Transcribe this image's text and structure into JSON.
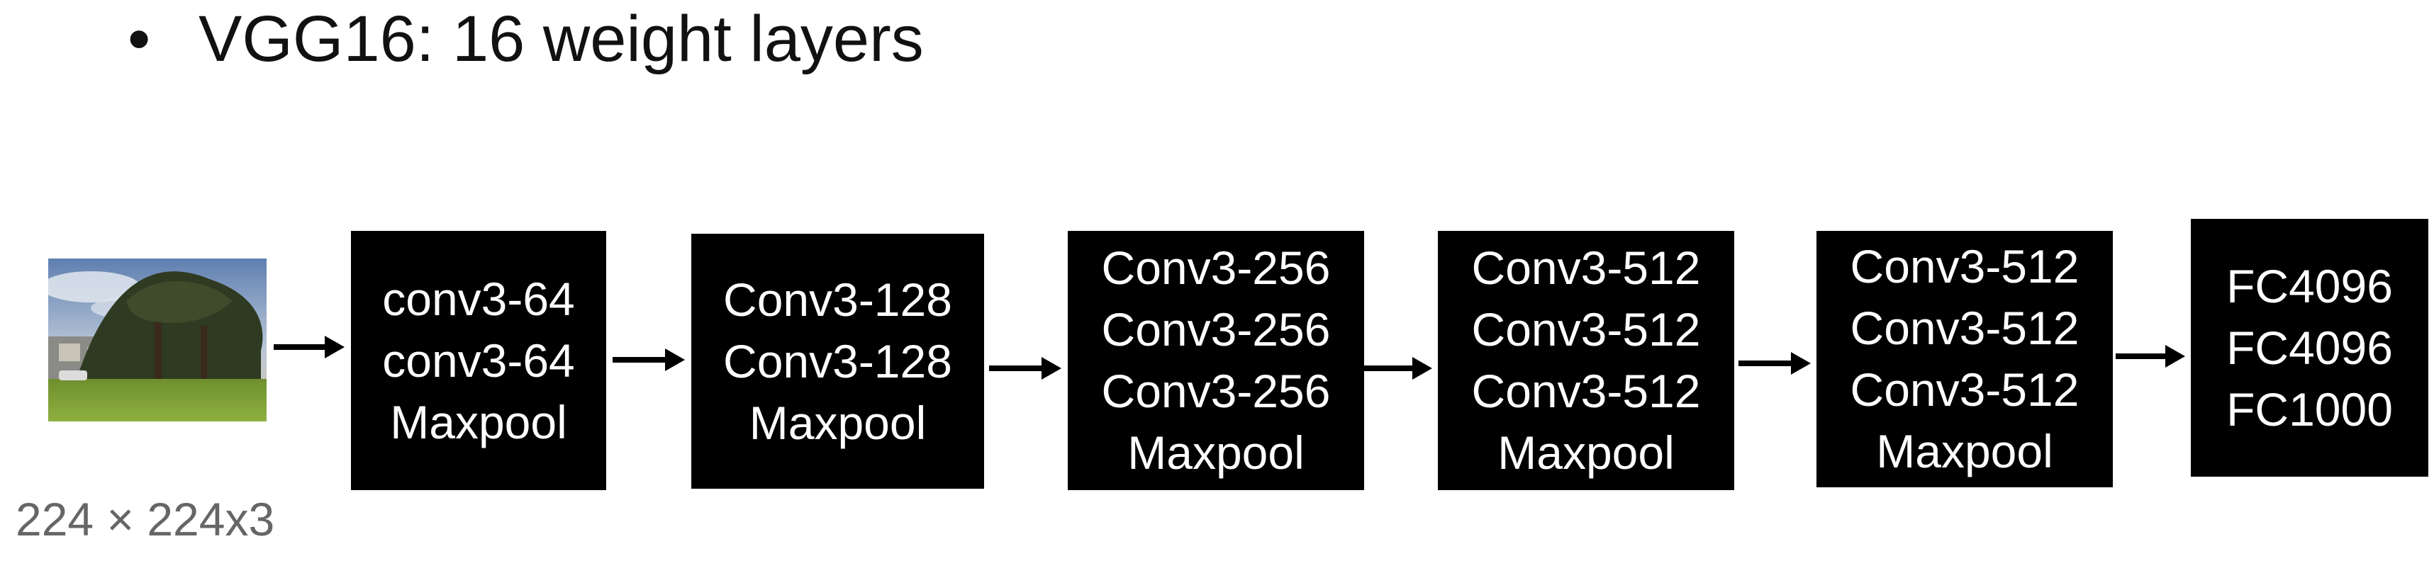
{
  "title": "VGG16: 16 weight layers",
  "input_caption": "224 × 224x3",
  "colors": {
    "block_fill": "#000000",
    "block_text": "#ffffff",
    "caption": "#666666"
  },
  "blocks": [
    {
      "layers": [
        "conv3-64",
        "conv3-64",
        "Maxpool"
      ]
    },
    {
      "layers": [
        "Conv3-128",
        "Conv3-128",
        "Maxpool"
      ]
    },
    {
      "layers": [
        "Conv3-256",
        "Conv3-256",
        "Conv3-256",
        "Maxpool"
      ]
    },
    {
      "layers": [
        "Conv3-512",
        "Conv3-512",
        "Conv3-512",
        "Maxpool"
      ]
    },
    {
      "layers": [
        "Conv3-512",
        "Conv3-512",
        "Conv3-512",
        "Maxpool"
      ]
    },
    {
      "layers": [
        "FC4096",
        "FC4096",
        "FC1000"
      ]
    }
  ],
  "input_image": {
    "icon": "landscape-photo"
  }
}
